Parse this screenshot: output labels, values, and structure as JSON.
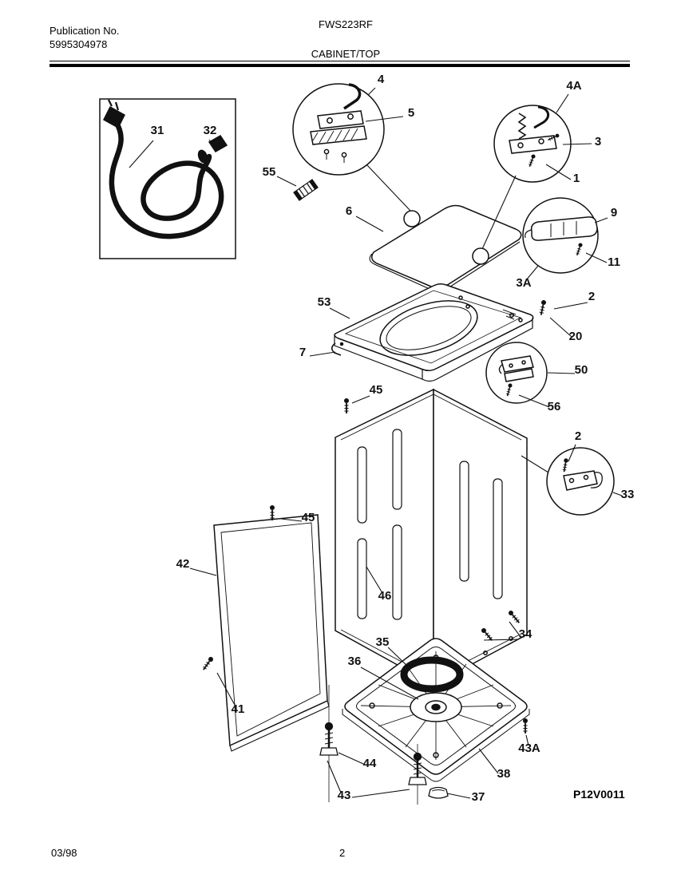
{
  "header": {
    "publication_label": "Publication No.",
    "publication_number": "5995304978",
    "model": "FWS223RF",
    "section_title": "CABINET/TOP"
  },
  "footer": {
    "date_code": "03/98",
    "page_number": "2"
  },
  "diagram": {
    "id_code": "P12V0011",
    "callouts": [
      "31",
      "32",
      "4",
      "5",
      "55",
      "4A",
      "3",
      "1",
      "6",
      "9",
      "11",
      "3A",
      "53",
      "2",
      "20",
      "7",
      "50",
      "56",
      "45",
      "2",
      "33",
      "45",
      "42",
      "46",
      "34",
      "35",
      "36",
      "41",
      "44",
      "43A",
      "38",
      "43",
      "37"
    ]
  }
}
